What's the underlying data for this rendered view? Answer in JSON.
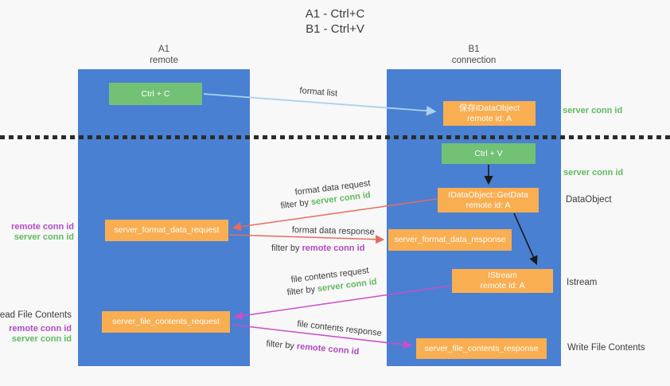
{
  "title": {
    "line1": "A1 - Ctrl+C",
    "line2": "B1 - Ctrl+V"
  },
  "columns": {
    "a1": {
      "name": "A1",
      "role": "remote"
    },
    "b1": {
      "name": "B1",
      "role": "connection"
    }
  },
  "nodes": {
    "ctrl_c": {
      "label": "Ctrl + C"
    },
    "save_idataobject": {
      "line1": "保存IDataObject",
      "line2": "remote id: A"
    },
    "ctrl_v": {
      "label": "Ctrl + V"
    },
    "idataobject_getdata": {
      "line1": "IDataObject::GetData",
      "line2": "remote id: A"
    },
    "server_format_data_request": {
      "label": "server_format_data_request"
    },
    "server_format_data_response": {
      "label": "server_format_data_response"
    },
    "istream": {
      "line1": "IStream",
      "line2": "remote id: A"
    },
    "server_file_contents_request": {
      "label": "server_file_contents_request"
    },
    "server_file_contents_response": {
      "label": "server_file_contents_response"
    }
  },
  "arrow_labels": {
    "format_list": "format list",
    "format_data_request": "format data request",
    "format_data_request_filter": {
      "prefix": "filter by ",
      "key": "server conn id"
    },
    "format_data_response": "format data response",
    "format_data_response_filter": {
      "prefix": "filter by ",
      "key": "remote conn id"
    },
    "file_contents_request": "file contents request",
    "file_contents_request_filter": {
      "prefix": "filter by ",
      "key": "server conn id"
    },
    "file_contents_response": "file contents response",
    "file_contents_response_filter": {
      "prefix": "filter by ",
      "key": "remote conn id"
    }
  },
  "side_labels": {
    "server_conn_id_top": "server conn id",
    "server_conn_id_mid": "server conn id",
    "dataobject": "DataObject",
    "istream": "Istream",
    "write_file_contents": "Write File Contents",
    "remote_conn_id_format": "remote conn id",
    "server_conn_id_format": "server conn id",
    "read_file_contents": "Read File Contents",
    "remote_conn_id_file": "remote conn id",
    "server_conn_id_file": "server conn id"
  },
  "colors": {
    "lifeline_blue": "#4a80d2",
    "node_orange": "#f9ae51",
    "node_green": "#72c175",
    "text_green": "#5fba5f",
    "text_purple": "#b04ac4",
    "arrow_red": "#e96a5e",
    "arrow_magenta": "#c94ec9",
    "arrow_light_blue": "#a8d2ed",
    "arrow_black": "#1a1a1a",
    "text_dark": "#3c3c3c",
    "background": "#f8f8f8"
  }
}
